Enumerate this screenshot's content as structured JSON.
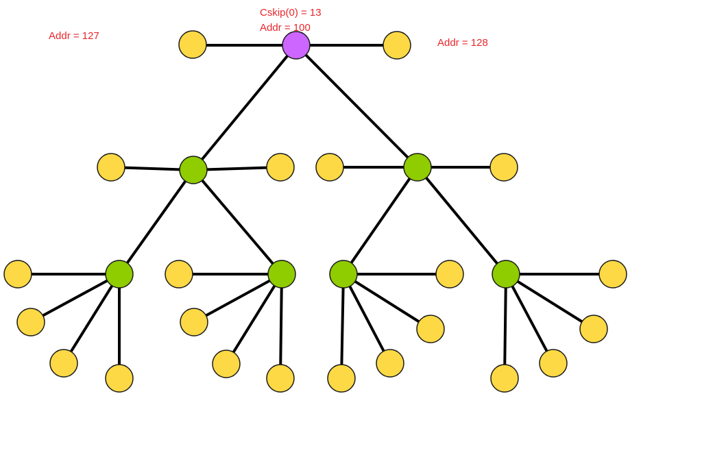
{
  "colors": {
    "coordinator": "#cc66ff",
    "router": "#8fcc00",
    "end_device": "#fcd945",
    "edge": "#000000",
    "annotation": "#e8262b"
  },
  "annotations": {
    "cskip": "Cskip(0) = 13",
    "coordinator_addr": "Addr = 100",
    "left_child_addr": "Addr = 127",
    "right_child_addr": "Addr = 128"
  }
}
